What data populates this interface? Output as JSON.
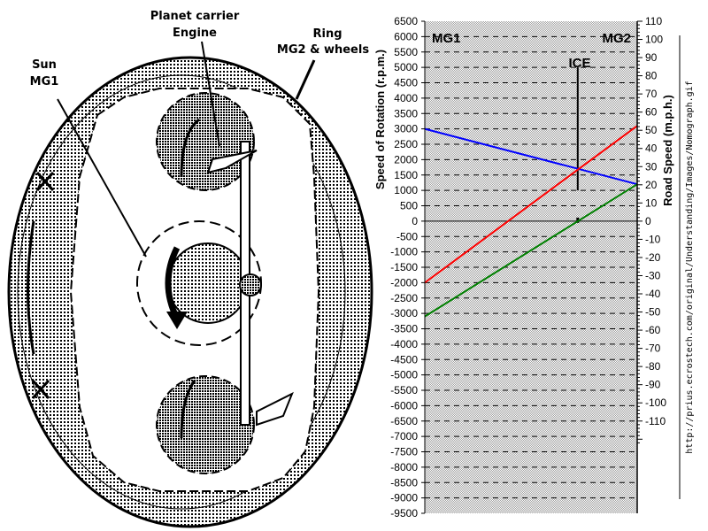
{
  "diagram": {
    "labels": {
      "planet_carrier": "Planet carrier",
      "engine": "Engine",
      "ring": "Ring",
      "ring_sub": "MG2 & wheels",
      "sun": "Sun",
      "sun_sub": "MG1"
    }
  },
  "chart_data": {
    "type": "line",
    "title": "",
    "ylabel": "Speed of Rotation (r.p.m.)",
    "ylabel_right": "Road Speed (m.p.h.)",
    "ylim": [
      -9500,
      6500
    ],
    "ylim_right": [
      -110,
      110
    ],
    "yticks": [
      6500,
      6000,
      5500,
      5000,
      4500,
      4000,
      3500,
      3000,
      2500,
      2000,
      1500,
      1000,
      500,
      0,
      -500,
      -1000,
      -1500,
      -2000,
      -2500,
      -3000,
      -3500,
      -4000,
      -4500,
      -5000,
      -5500,
      -6000,
      -6500,
      -7000,
      -7500,
      -8000,
      -8500,
      -9000,
      -9500
    ],
    "yticks_right": [
      110,
      100,
      90,
      80,
      70,
      60,
      50,
      40,
      30,
      20,
      10,
      0,
      -10,
      -20,
      -30,
      -40,
      -50,
      -60,
      -70,
      -80,
      -90,
      -100,
      -110
    ],
    "axis_labels": {
      "left": "MG1",
      "right": "MG2",
      "ice": "ICE"
    },
    "ice_position": 0.72,
    "ice_bar": [
      1000,
      5000
    ],
    "grid": true,
    "series": [
      {
        "name": "blue",
        "color": "#0000ff",
        "mg1": 3000,
        "mg2": 1200
      },
      {
        "name": "red",
        "color": "#ff0000",
        "mg1": -2000,
        "mg2": 3100
      },
      {
        "name": "green",
        "color": "#008000",
        "mg1": -3100,
        "mg2": 1200
      }
    ],
    "source_url": "http://prius.ecrostech.com/original/Understanding/Images/Nomograph.gif"
  }
}
